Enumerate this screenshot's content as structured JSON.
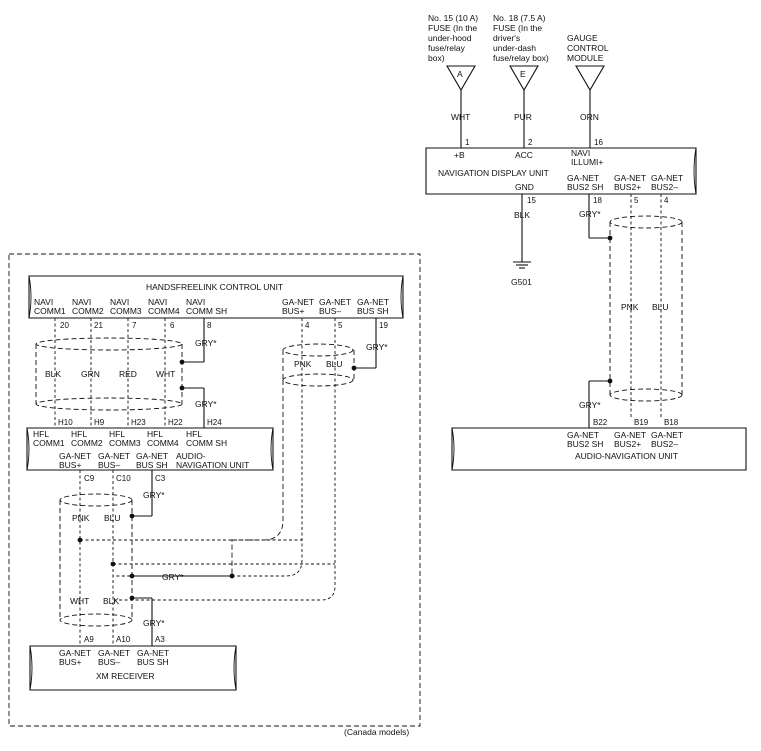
{
  "sources": {
    "fuse15": {
      "lines": [
        "No. 15 (10 A)",
        "FUSE (In the",
        "under-hood",
        "fuse/relay",
        "box)"
      ],
      "letter": "A"
    },
    "fuse18": {
      "lines": [
        "No. 18 (7.5 A)",
        "FUSE (In the",
        "driver's",
        "under-dash",
        "fuse/relay box)"
      ],
      "letter": "E"
    },
    "gauge": {
      "lines": [
        "GAUGE",
        "CONTROL",
        "MODULE"
      ]
    }
  },
  "nav_display": {
    "title": "NAVIGATION DISPLAY UNIT",
    "wires_top": [
      "WHT",
      "PUR",
      "ORN"
    ],
    "pins_top": [
      "1",
      "2",
      "16"
    ],
    "pin_labels_top": [
      "+B",
      "ACC"
    ],
    "illumi": [
      "NAVI",
      "ILLUMI+"
    ],
    "gnd_label": "GND",
    "gnd_pin": "15",
    "gnd_wire": "BLK",
    "ground": "G501",
    "bus_labels": [
      [
        "GA-NET",
        "BUS2 SH"
      ],
      [
        "GA-NET",
        "BUS2+"
      ],
      [
        "GA-NET",
        "BUS2–"
      ]
    ],
    "bus_pins": [
      "18",
      "5",
      "4"
    ]
  },
  "right_harness": {
    "gry_top": "GRY*",
    "gry_bottom": "GRY*",
    "wires": [
      "PNK",
      "BLU"
    ]
  },
  "audio_nav_right": {
    "title": "AUDIO-NAVIGATION UNIT",
    "pins": [
      "B22",
      "B19",
      "B18"
    ],
    "labels": [
      [
        "GA-NET",
        "BUS2 SH"
      ],
      [
        "GA-NET",
        "BUS2+"
      ],
      [
        "GA-NET",
        "BUS2–"
      ]
    ]
  },
  "hfl": {
    "title": "HANDSFREELINK CONTROL UNIT",
    "labels": [
      [
        "NAVI",
        "COMM1"
      ],
      [
        "NAVI",
        "COMM2"
      ],
      [
        "NAVI",
        "COMM3"
      ],
      [
        "NAVI",
        "COMM4"
      ],
      [
        "NAVI",
        "COMM SH"
      ],
      [
        "GA-NET",
        "BUS+"
      ],
      [
        "GA-NET",
        "BUS–"
      ],
      [
        "GA-NET",
        "BUS SH"
      ]
    ],
    "pins": [
      "20",
      "21",
      "7",
      "6",
      "8",
      "4",
      "5",
      "19"
    ]
  },
  "comm_harness": {
    "wires": [
      "BLK",
      "GRN",
      "RED",
      "WHT"
    ],
    "gry": [
      "GRY*",
      "GRY*"
    ]
  },
  "bus_harness": {
    "wires": [
      "PNK",
      "BLU"
    ],
    "gry": "GRY*"
  },
  "audio_nav_left": {
    "title": "AUDIO-NAVIGATION UNIT",
    "top_pins": [
      "H10",
      "H9",
      "H23",
      "H22",
      "H24"
    ],
    "top_labels": [
      [
        "HFL",
        "COMM1"
      ],
      [
        "HFL",
        "COMM2"
      ],
      [
        "HFL",
        "COMM3"
      ],
      [
        "HFL",
        "COMM4"
      ],
      [
        "HFL",
        "COMM SH"
      ]
    ],
    "bottom_labels": [
      [
        "GA-NET",
        "BUS+"
      ],
      [
        "GA-NET",
        "BUS–"
      ],
      [
        "GA-NET",
        "BUS SH"
      ]
    ],
    "bottom_pins": [
      "C9",
      "C10",
      "C3"
    ]
  },
  "xm_harness": {
    "upper_wires": [
      "PNK",
      "BLU"
    ],
    "lower_wires": [
      "WHT",
      "BLK"
    ],
    "gry": [
      "GRY*",
      "GRY*",
      "GRY*"
    ]
  },
  "xm": {
    "title": "XM RECEIVER",
    "pins": [
      "A9",
      "A10",
      "A3"
    ],
    "labels": [
      [
        "GA-NET",
        "BUS+"
      ],
      [
        "GA-NET",
        "BUS–"
      ],
      [
        "GA-NET",
        "BUS SH"
      ]
    ]
  },
  "footer": "(Canada models)"
}
